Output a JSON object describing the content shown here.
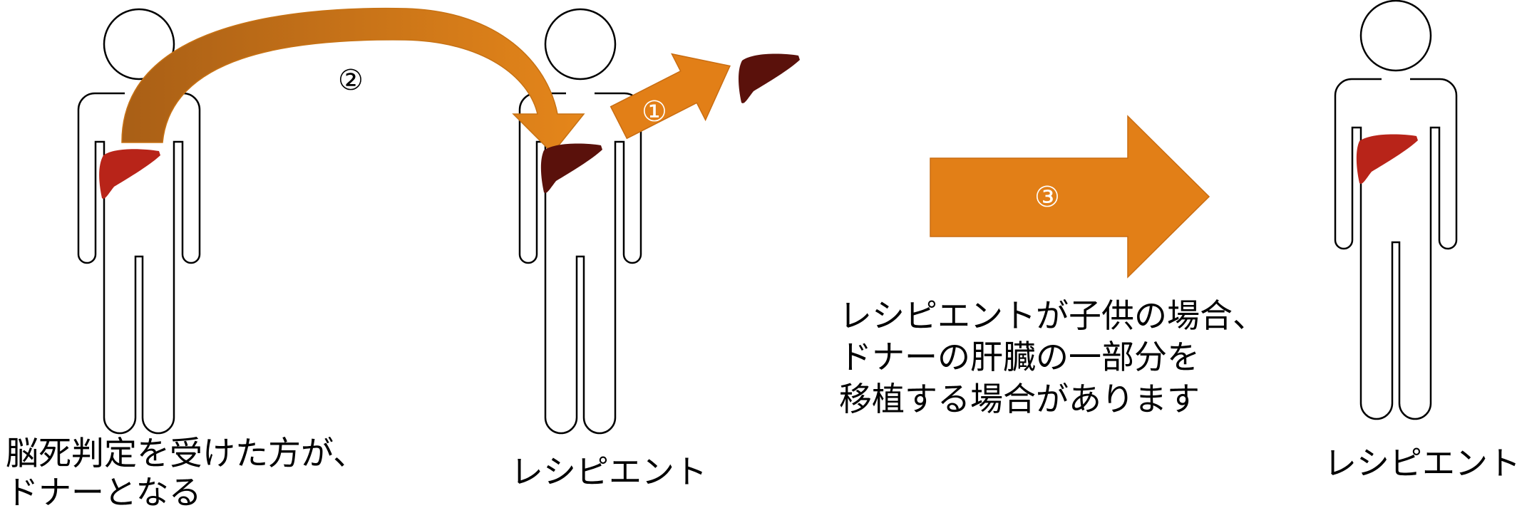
{
  "labels": {
    "donor_caption_line1": "脳死判定を受けた方が、",
    "donor_caption_line2": "ドナーとなる",
    "recipient_caption": "レシピエント",
    "recipient2_caption": "レシピエント",
    "note_line1": "レシピエントが子供の場合、",
    "note_line2": "ドナーの肝臓の一部分を",
    "note_line3": "移植する場合があります"
  },
  "steps": {
    "step1": "①",
    "step2": "②",
    "step3": "③"
  },
  "colors": {
    "outline": "#000000",
    "healthy_liver": "#b82419",
    "diseased_liver": "#5a110b",
    "arrow_orange": "#e27f17",
    "arrow_dark": "#ae6217",
    "arrow_border": "#c96d12"
  },
  "icons": [
    "person-icon",
    "liver-icon",
    "arrow-icon"
  ]
}
